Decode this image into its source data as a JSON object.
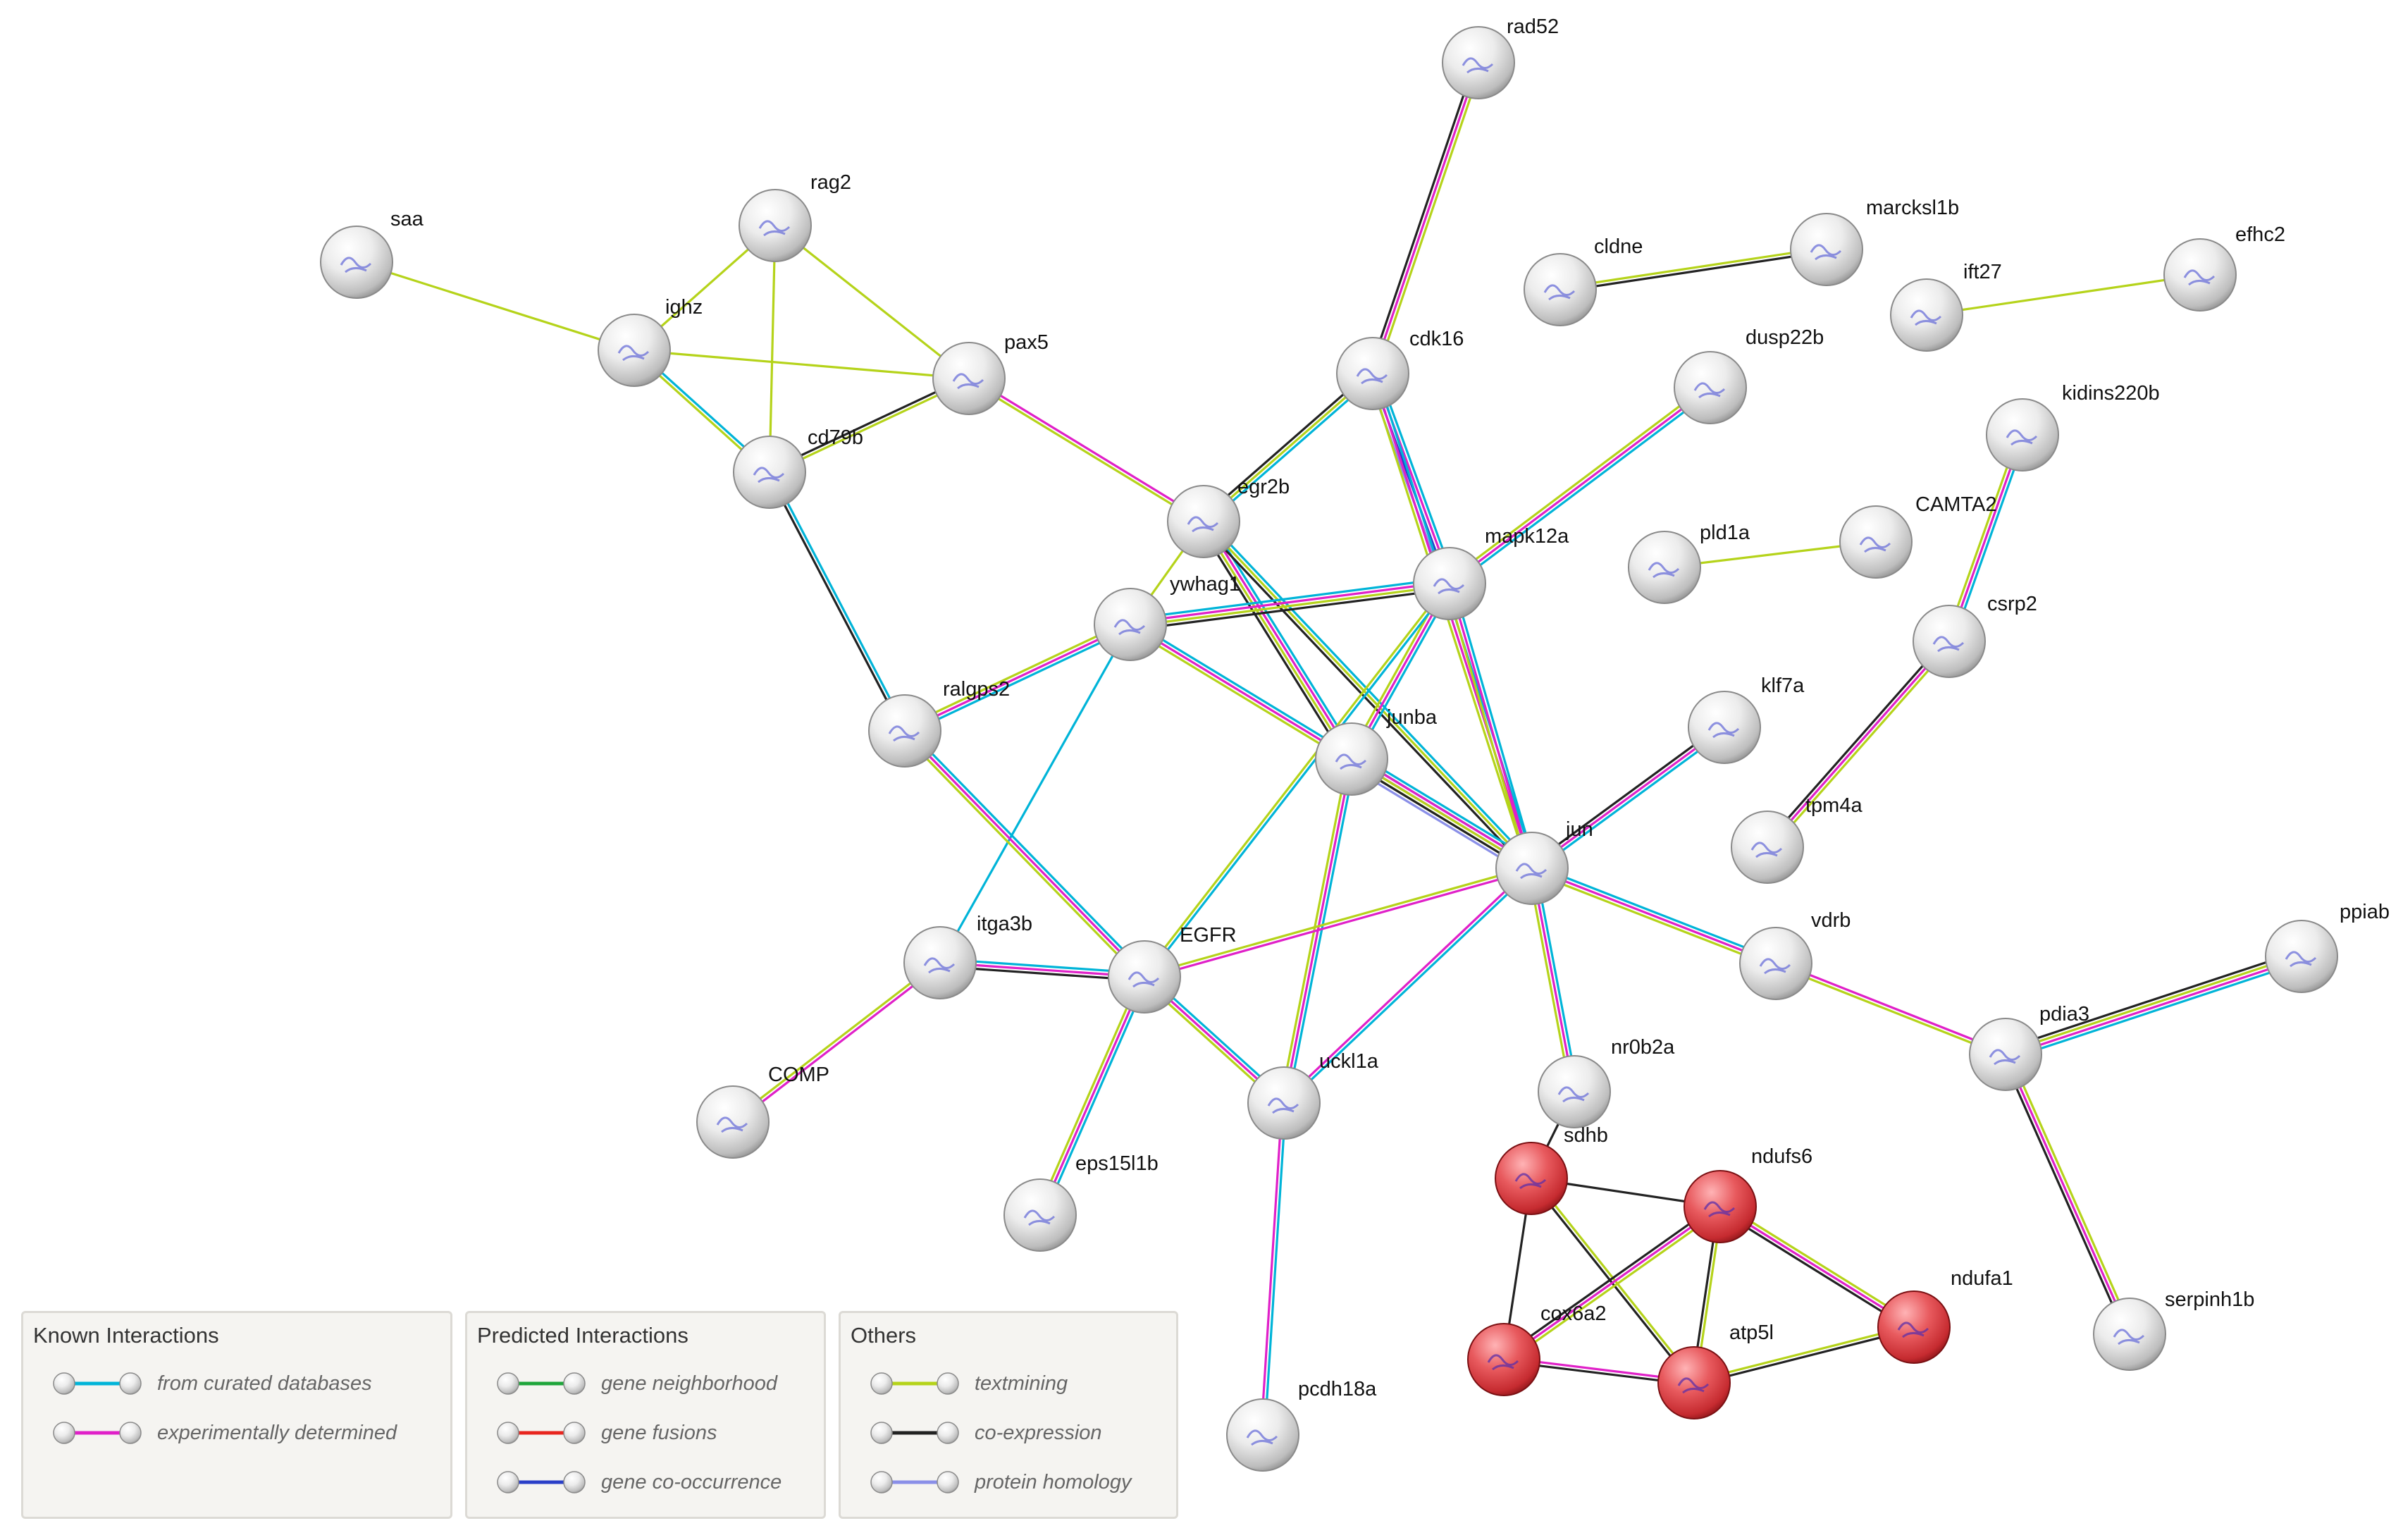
{
  "network": {
    "nodes": [
      {
        "id": "rad52",
        "label": "rad52"
      },
      {
        "id": "saa",
        "label": "saa"
      },
      {
        "id": "rag2",
        "label": "rag2"
      },
      {
        "id": "ighz",
        "label": "ighz"
      },
      {
        "id": "pax5",
        "label": "pax5"
      },
      {
        "id": "cd79b",
        "label": "cd79b"
      },
      {
        "id": "cldne",
        "label": "cldne"
      },
      {
        "id": "marcksl1b",
        "label": "marcksl1b"
      },
      {
        "id": "ift27",
        "label": "ift27"
      },
      {
        "id": "efhc2",
        "label": "efhc2"
      },
      {
        "id": "cdk16",
        "label": "cdk16"
      },
      {
        "id": "dusp22b",
        "label": "dusp22b"
      },
      {
        "id": "kidins220b",
        "label": "kidins220b"
      },
      {
        "id": "egr2b",
        "label": "egr2b"
      },
      {
        "id": "mapk12a",
        "label": "mapk12a"
      },
      {
        "id": "ywhag1",
        "label": "ywhag1"
      },
      {
        "id": "pld1a",
        "label": "pld1a"
      },
      {
        "id": "CAMTA2",
        "label": "CAMTA2"
      },
      {
        "id": "csrp2",
        "label": "csrp2"
      },
      {
        "id": "ralgps2",
        "label": "ralgps2"
      },
      {
        "id": "junba",
        "label": "junba"
      },
      {
        "id": "klf7a",
        "label": "klf7a"
      },
      {
        "id": "tpm4a",
        "label": "tpm4a"
      },
      {
        "id": "jun",
        "label": "jun"
      },
      {
        "id": "itga3b",
        "label": "itga3b"
      },
      {
        "id": "EGFR",
        "label": "EGFR"
      },
      {
        "id": "vdrb",
        "label": "vdrb"
      },
      {
        "id": "ppiab",
        "label": "ppiab"
      },
      {
        "id": "pdia3",
        "label": "pdia3"
      },
      {
        "id": "COMP",
        "label": "COMP"
      },
      {
        "id": "uckl1a",
        "label": "uckl1a"
      },
      {
        "id": "nr0b2a",
        "label": "nr0b2a"
      },
      {
        "id": "sdhb",
        "label": "sdhb"
      },
      {
        "id": "ndufs6",
        "label": "ndufs6"
      },
      {
        "id": "eps15l1b",
        "label": "eps15l1b"
      },
      {
        "id": "ndufa1",
        "label": "ndufa1"
      },
      {
        "id": "serpinh1b",
        "label": "serpinh1b"
      },
      {
        "id": "cox6a2",
        "label": "cox6a2"
      },
      {
        "id": "atp5l",
        "label": "atp5l"
      },
      {
        "id": "pcdh18a",
        "label": "pcdh18a"
      }
    ],
    "cluster_color": "#e0474c",
    "node_color": "#e6e6e6",
    "edge_type_colors": {
      "curated": "#00b4d8",
      "experimental": "#e020c8",
      "neighborhood": "#1ea53a",
      "fusion": "#e8251e",
      "cooccurrence": "#2a3fc8",
      "textmining": "#b5d31a",
      "coexpression": "#222222",
      "homology": "#8a8fe8"
    },
    "edges": [
      {
        "source": "rad52",
        "target": "cdk16",
        "types": [
          "textmining",
          "experimental",
          "coexpression"
        ]
      },
      {
        "source": "saa",
        "target": "ighz",
        "types": [
          "textmining"
        ]
      },
      {
        "source": "rag2",
        "target": "pax5",
        "types": [
          "textmining"
        ]
      },
      {
        "source": "rag2",
        "target": "ighz",
        "types": [
          "textmining"
        ]
      },
      {
        "source": "rag2",
        "target": "cd79b",
        "types": [
          "textmining"
        ]
      },
      {
        "source": "ighz",
        "target": "pax5",
        "types": [
          "textmining"
        ]
      },
      {
        "source": "ighz",
        "target": "cd79b",
        "types": [
          "curated",
          "textmining"
        ]
      },
      {
        "source": "pax5",
        "target": "cd79b",
        "types": [
          "textmining",
          "coexpression"
        ]
      },
      {
        "source": "pax5",
        "target": "egr2b",
        "types": [
          "experimental",
          "textmining"
        ]
      },
      {
        "source": "cd79b",
        "target": "ralgps2",
        "types": [
          "curated",
          "coexpression"
        ]
      },
      {
        "source": "cldne",
        "target": "marcksl1b",
        "types": [
          "textmining",
          "coexpression"
        ]
      },
      {
        "source": "ift27",
        "target": "efhc2",
        "types": [
          "textmining"
        ]
      },
      {
        "source": "cdk16",
        "target": "egr2b",
        "types": [
          "curated",
          "textmining",
          "coexpression"
        ]
      },
      {
        "source": "cdk16",
        "target": "mapk12a",
        "types": [
          "curated",
          "experimental",
          "cooccurrence",
          "homology"
        ]
      },
      {
        "source": "cdk16",
        "target": "jun",
        "types": [
          "curated",
          "experimental",
          "textmining"
        ]
      },
      {
        "source": "dusp22b",
        "target": "mapk12a",
        "types": [
          "curated",
          "experimental",
          "textmining"
        ]
      },
      {
        "source": "kidins220b",
        "target": "csrp2",
        "types": [
          "curated",
          "experimental",
          "textmining"
        ]
      },
      {
        "source": "egr2b",
        "target": "junba",
        "types": [
          "curated",
          "experimental",
          "textmining",
          "coexpression"
        ]
      },
      {
        "source": "egr2b",
        "target": "jun",
        "types": [
          "curated",
          "textmining",
          "coexpression"
        ]
      },
      {
        "source": "egr2b",
        "target": "ywhag1",
        "types": [
          "textmining"
        ]
      },
      {
        "source": "ywhag1",
        "target": "mapk12a",
        "types": [
          "curated",
          "experimental",
          "textmining",
          "coexpression"
        ]
      },
      {
        "source": "ywhag1",
        "target": "ralgps2",
        "types": [
          "curated",
          "experimental",
          "textmining"
        ]
      },
      {
        "source": "ywhag1",
        "target": "itga3b",
        "types": [
          "curated"
        ]
      },
      {
        "source": "ywhag1",
        "target": "jun",
        "types": [
          "curated",
          "experimental",
          "textmining"
        ]
      },
      {
        "source": "mapk12a",
        "target": "junba",
        "types": [
          "curated",
          "experimental",
          "textmining"
        ]
      },
      {
        "source": "mapk12a",
        "target": "jun",
        "types": [
          "curated",
          "experimental",
          "textmining"
        ]
      },
      {
        "source": "mapk12a",
        "target": "EGFR",
        "types": [
          "curated",
          "textmining"
        ]
      },
      {
        "source": "pld1a",
        "target": "CAMTA2",
        "types": [
          "textmining"
        ]
      },
      {
        "source": "csrp2",
        "target": "tpm4a",
        "types": [
          "textmining",
          "experimental",
          "coexpression"
        ]
      },
      {
        "source": "ralgps2",
        "target": "EGFR",
        "types": [
          "curated",
          "experimental",
          "textmining"
        ]
      },
      {
        "source": "junba",
        "target": "jun",
        "types": [
          "curated",
          "experimental",
          "textmining",
          "coexpression",
          "homology"
        ]
      },
      {
        "source": "junba",
        "target": "uckl1a",
        "types": [
          "curated",
          "experimental",
          "textmining"
        ]
      },
      {
        "source": "klf7a",
        "target": "jun",
        "types": [
          "curated",
          "experimental",
          "coexpression"
        ]
      },
      {
        "source": "jun",
        "target": "EGFR",
        "types": [
          "experimental",
          "textmining"
        ]
      },
      {
        "source": "jun",
        "target": "vdrb",
        "types": [
          "curated",
          "experimental",
          "textmining"
        ]
      },
      {
        "source": "jun",
        "target": "nr0b2a",
        "types": [
          "curated",
          "experimental",
          "textmining"
        ]
      },
      {
        "source": "jun",
        "target": "uckl1a",
        "types": [
          "curated",
          "experimental"
        ]
      },
      {
        "source": "itga3b",
        "target": "EGFR",
        "types": [
          "curated",
          "experimental",
          "coexpression"
        ]
      },
      {
        "source": "itga3b",
        "target": "COMP",
        "types": [
          "experimental",
          "textmining"
        ]
      },
      {
        "source": "EGFR",
        "target": "uckl1a",
        "types": [
          "curated",
          "experimental",
          "textmining"
        ]
      },
      {
        "source": "EGFR",
        "target": "eps15l1b",
        "types": [
          "curated",
          "experimental",
          "textmining"
        ]
      },
      {
        "source": "vdrb",
        "target": "pdia3",
        "types": [
          "experimental",
          "textmining"
        ]
      },
      {
        "source": "ppiab",
        "target": "pdia3",
        "types": [
          "curated",
          "experimental",
          "textmining",
          "coexpression"
        ]
      },
      {
        "source": "pdia3",
        "target": "serpinh1b",
        "types": [
          "textmining",
          "experimental",
          "coexpression"
        ]
      },
      {
        "source": "uckl1a",
        "target": "pcdh18a",
        "types": [
          "curated",
          "experimental"
        ]
      },
      {
        "source": "nr0b2a",
        "target": "sdhb",
        "types": [
          "coexpression"
        ]
      },
      {
        "source": "sdhb",
        "target": "ndufs6",
        "types": [
          "coexpression"
        ]
      },
      {
        "source": "sdhb",
        "target": "cox6a2",
        "types": [
          "coexpression"
        ]
      },
      {
        "source": "sdhb",
        "target": "atp5l",
        "types": [
          "textmining",
          "coexpression"
        ]
      },
      {
        "source": "ndufs6",
        "target": "cox6a2",
        "types": [
          "textmining",
          "experimental",
          "coexpression"
        ]
      },
      {
        "source": "ndufs6",
        "target": "atp5l",
        "types": [
          "textmining",
          "coexpression"
        ]
      },
      {
        "source": "ndufs6",
        "target": "ndufa1",
        "types": [
          "textmining",
          "experimental",
          "coexpression"
        ]
      },
      {
        "source": "cox6a2",
        "target": "atp5l",
        "types": [
          "experimental",
          "coexpression"
        ]
      },
      {
        "source": "atp5l",
        "target": "ndufa1",
        "types": [
          "textmining",
          "coexpression"
        ]
      }
    ]
  },
  "legend": {
    "known": {
      "title": "Known Interactions",
      "items": [
        {
          "label": "from curated databases",
          "type": "curated"
        },
        {
          "label": "experimentally determined",
          "type": "experimental"
        }
      ]
    },
    "predicted": {
      "title": "Predicted Interactions",
      "items": [
        {
          "label": "gene neighborhood",
          "type": "neighborhood"
        },
        {
          "label": "gene fusions",
          "type": "fusion"
        },
        {
          "label": "gene co-occurrence",
          "type": "cooccurrence"
        }
      ]
    },
    "others": {
      "title": "Others",
      "items": [
        {
          "label": "textmining",
          "type": "textmining"
        },
        {
          "label": "co-expression",
          "type": "coexpression"
        },
        {
          "label": "protein homology",
          "type": "homology"
        }
      ]
    }
  }
}
